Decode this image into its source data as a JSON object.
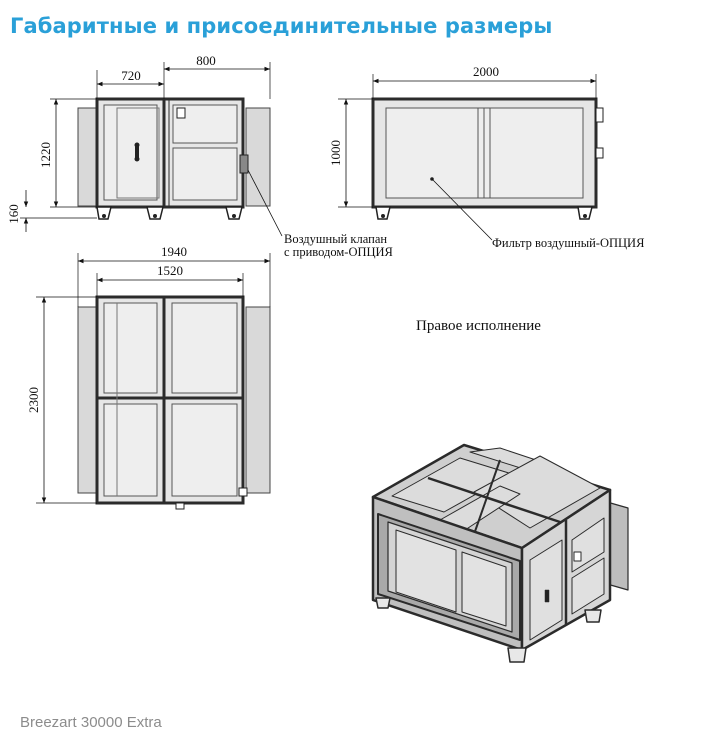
{
  "page": {
    "title": "Габаритные и присоединительные размеры",
    "footer": "Breezart 30000 Extra"
  },
  "dimensions": {
    "top_width_left": "720",
    "top_width_right": "800",
    "front_height": "1220",
    "leg_height": "160",
    "side_width": "2000",
    "side_height": "1000",
    "plan_total_width": "1940",
    "plan_inner_width": "1520",
    "plan_height": "2300"
  },
  "labels": {
    "damper_line1": "Воздушный клапан",
    "damper_line2": "с приводом-ОПЦИЯ",
    "filter": "Фильтр воздушный-ОПЦИЯ",
    "right_version": "Правое исполнение"
  },
  "colors": {
    "title": "#2aa0d8",
    "footer": "#8c8c8c",
    "frame": "#2b2b2b",
    "panel": "#e6e6e6",
    "duct": "#d9d9d9"
  }
}
